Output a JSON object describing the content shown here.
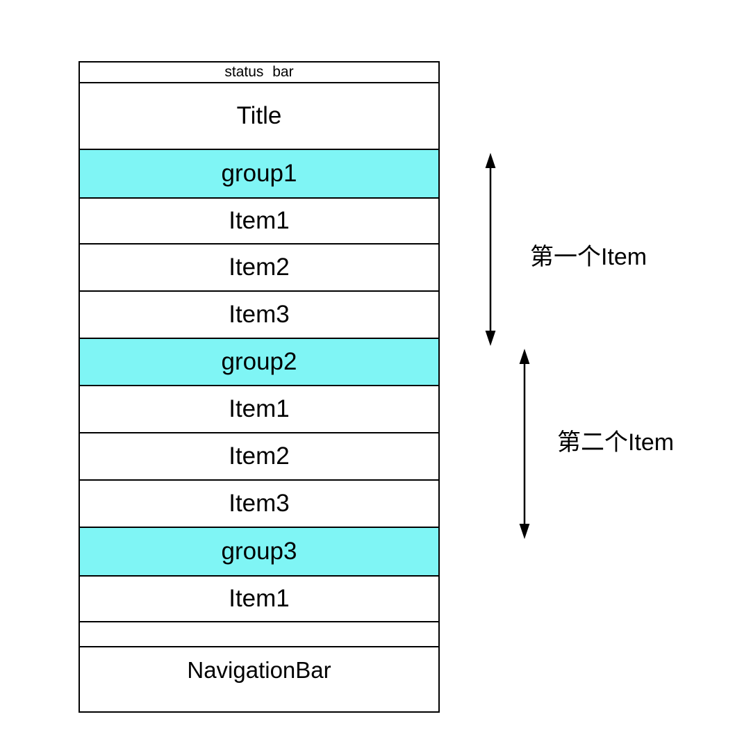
{
  "screen": {
    "rows": [
      {
        "label": "status bar",
        "type": "status-bar"
      },
      {
        "label": "Title",
        "type": "title"
      },
      {
        "label": "group1",
        "type": "group-header"
      },
      {
        "label": "Item1",
        "type": "item"
      },
      {
        "label": "Item2",
        "type": "item"
      },
      {
        "label": "Item3",
        "type": "item"
      },
      {
        "label": "group2",
        "type": "group-header"
      },
      {
        "label": "Item1",
        "type": "item"
      },
      {
        "label": "Item2",
        "type": "item"
      },
      {
        "label": "Item3",
        "type": "item"
      },
      {
        "label": "group3",
        "type": "group-header"
      },
      {
        "label": "Item1",
        "type": "item"
      },
      {
        "label": "",
        "type": "spacer"
      },
      {
        "label": "NavigationBar",
        "type": "navigation-bar"
      }
    ]
  },
  "annotations": {
    "first_item_group": {
      "label": "第一个Item"
    },
    "second_item_group": {
      "label": "第二个Item"
    }
  },
  "colors": {
    "group_header_fill": "#7FF5F5",
    "outline": "#000000",
    "background": "#FFFFFF"
  }
}
